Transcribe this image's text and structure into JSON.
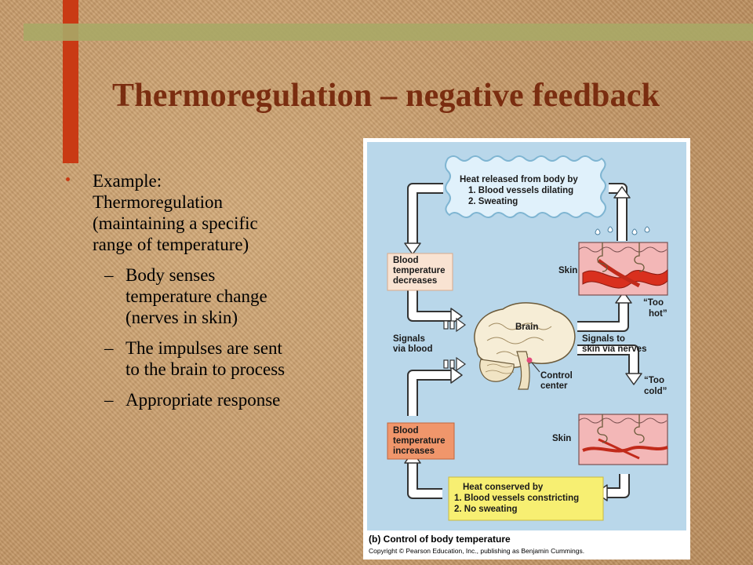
{
  "slide": {
    "title": "Thermoregulation – negative feedback",
    "bullets": [
      {
        "text_lines": [
          "Example:",
          "Thermoregulation",
          "(maintaining a specific",
          "range of temperature)"
        ],
        "sub": [
          {
            "dash": "–",
            "lines": [
              "Body senses",
              "temperature change",
              "(nerves in skin)"
            ]
          },
          {
            "dash": "–",
            "lines": [
              "The impulses are sent",
              "to the brain to process"
            ]
          },
          {
            "dash": "–",
            "lines": [
              "Appropriate response"
            ]
          }
        ]
      }
    ]
  },
  "diagram": {
    "heat_released": [
      "Heat released from body by",
      "1.  Blood vessels dilating",
      "2.  Sweating"
    ],
    "blood_temp_decreases": [
      "Blood",
      "temperature",
      "decreases"
    ],
    "blood_temp_increases": [
      "Blood",
      "temperature",
      "increases"
    ],
    "skin_top": "Skin",
    "skin_bottom": "Skin",
    "too_hot": [
      "“Too",
      "hot”"
    ],
    "too_cold": [
      "“Too",
      "cold”"
    ],
    "brain": "Brain",
    "signals_blood": [
      "Signals",
      "via blood"
    ],
    "signals_nerves": [
      "Signals to",
      "skin via nerves"
    ],
    "control_center": [
      "Control",
      "center"
    ],
    "heat_conserved": [
      "Heat conserved by",
      "1.  Blood vessels constricting",
      "2.  No sweating"
    ],
    "caption": "(b) Control of body temperature",
    "copyright": "Copyright © Pearson Education, Inc., publishing as Benjamin Cummings."
  },
  "colors": {
    "title": "#7a2d10",
    "accent_bar": "#c93a14",
    "diagram_bg": "#b9d7ea",
    "box_yellow": "#f7ef72",
    "box_peach": "#f9e3d2",
    "box_orange": "#f0966b"
  }
}
